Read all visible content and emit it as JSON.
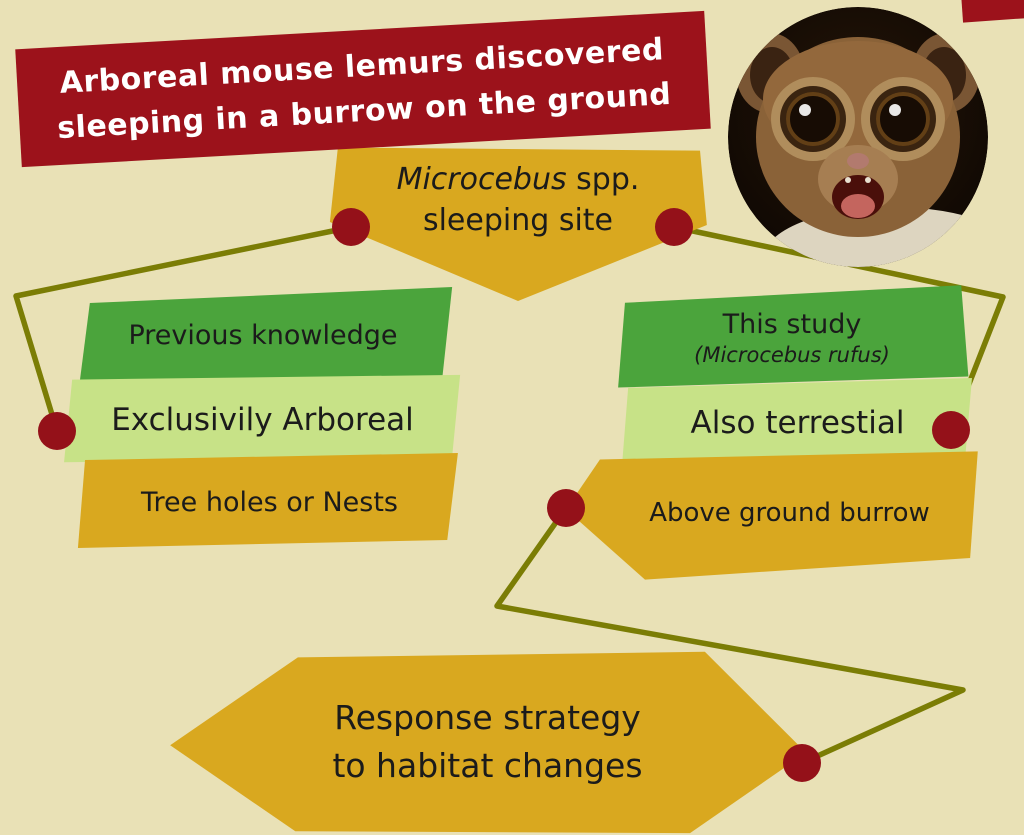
{
  "colors": {
    "background": "#e9e1b6",
    "banner_red": "#9c121b",
    "node_red": "#941119",
    "gold": "#d9a81f",
    "green": "#4ba43c",
    "light_green": "#c7e287",
    "olive": "#7b7d05",
    "text_dark": "#1b1b1b",
    "white": "#ffffff"
  },
  "banner": {
    "line1": "Arboreal mouse lemurs discovered",
    "line2": "sleeping in a burrow on the ground"
  },
  "root": {
    "genus": "Microcebus",
    "species_suffix": " spp.",
    "line2": "sleeping site"
  },
  "left_branch": {
    "header": "Previous knowledge",
    "finding": "Exclusivily Arboreal",
    "site": "Tree holes or Nests"
  },
  "right_branch": {
    "header": "This study",
    "subject": "(Microcebus rufus)",
    "finding": "Also terrestial",
    "site": "Above ground burrow"
  },
  "conclusion": {
    "line1": "Response strategy",
    "line2": "to habitat changes"
  },
  "photo": {
    "label": "mouse lemur photo"
  }
}
